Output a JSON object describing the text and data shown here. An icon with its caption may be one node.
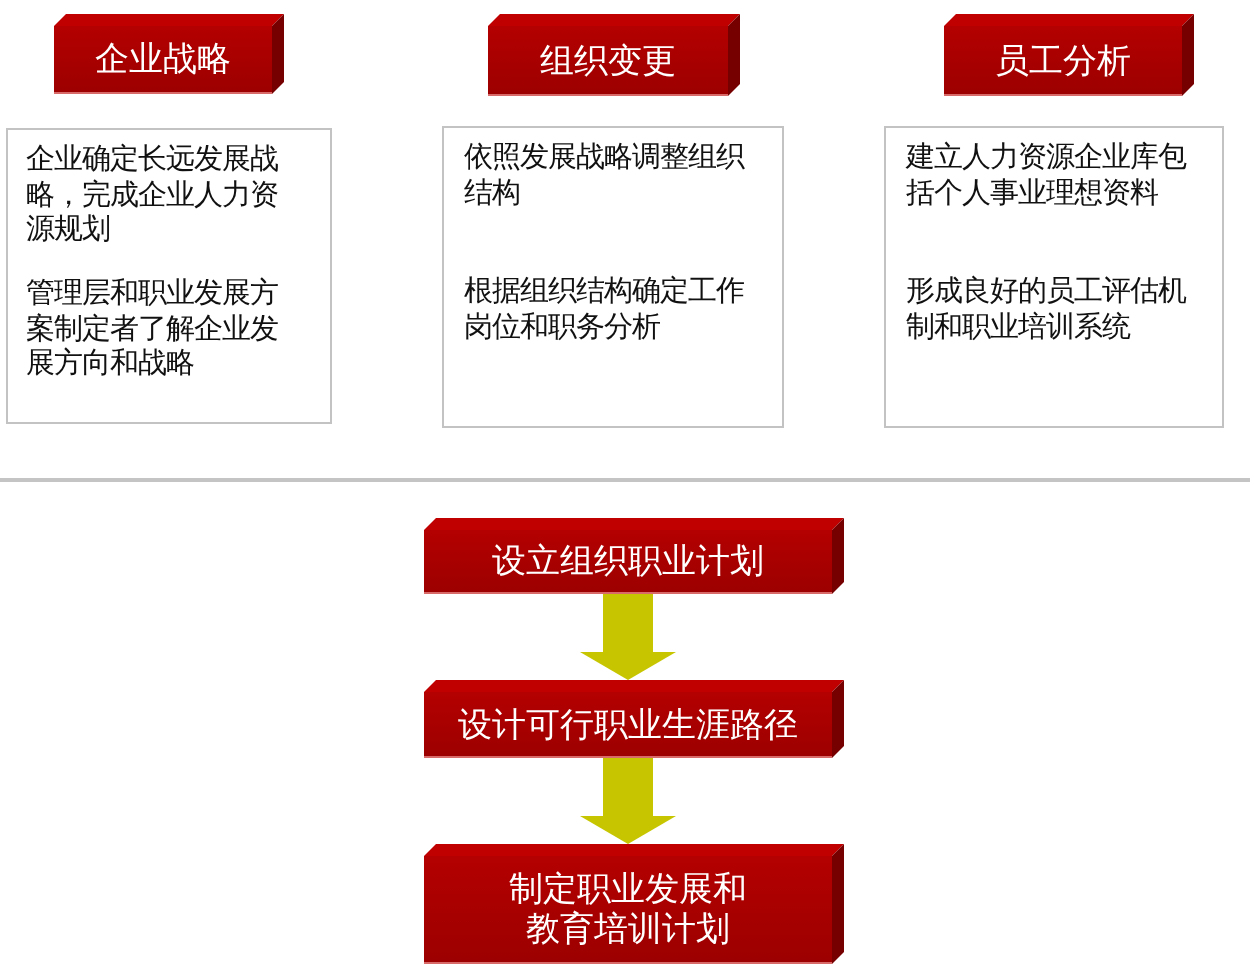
{
  "diagram": {
    "nodes": [
      {
        "text": [
          "企业战略"
        ]
      },
      {
        "text": [
          "企业确定长远发展战略，完成企业人力资源规划",
          "管理层和职业发展方案制定者了解企业发展方向和战略"
        ]
      },
      {
        "text": [
          "组织变更"
        ]
      },
      {
        "text": [
          "依照发展战略调整组织结构",
          "根据组织结构确定工作岗位和职务分析"
        ]
      },
      {
        "text": [
          "员工分析"
        ]
      },
      {
        "text": [
          "建立人力资源企业库包括个人事业理想资料",
          "形成良好的员工评估机制和职业培训系统"
        ]
      },
      {
        "text": [
          "设立组织职业计划"
        ]
      },
      {
        "text": [
          "设计可行职业生涯路径"
        ]
      },
      {
        "text": [
          "制定职业发展和教育培训计划"
        ]
      }
    ],
    "edges": [
      {
        "from": 6,
        "to": 7,
        "arrow": "to"
      },
      {
        "from": 7,
        "to": 8,
        "arrow": "to"
      }
    ]
  }
}
